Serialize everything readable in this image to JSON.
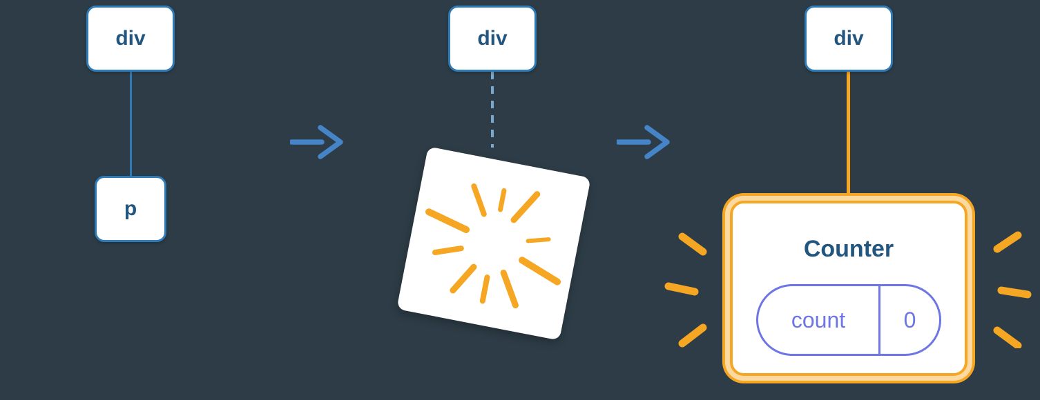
{
  "colors": {
    "background": "#2d3c46",
    "node_fill": "#ffffff",
    "node_border": "#2f7bb7",
    "node_text": "#23567f",
    "edge_blue": "#2f7bb7",
    "edge_dashed": "#7aa8cd",
    "arrow_blue": "#4584c6",
    "orange": "#f5a623",
    "orange_pale": "#fcd9a1",
    "state_purple": "#6d76e4",
    "title_blue": "#23567f"
  },
  "diagram": {
    "stages": {
      "before": {
        "root_label": "div",
        "child_label": "p"
      },
      "during": {
        "root_label": "div"
      },
      "after": {
        "root_label": "div",
        "component_title": "Counter",
        "state_key": "count",
        "state_value": "0"
      }
    },
    "icons": {
      "arrow": "arrow-right-icon",
      "poof": "poof-burst-icon",
      "sparkles": "sparkle-rays-icon"
    }
  }
}
